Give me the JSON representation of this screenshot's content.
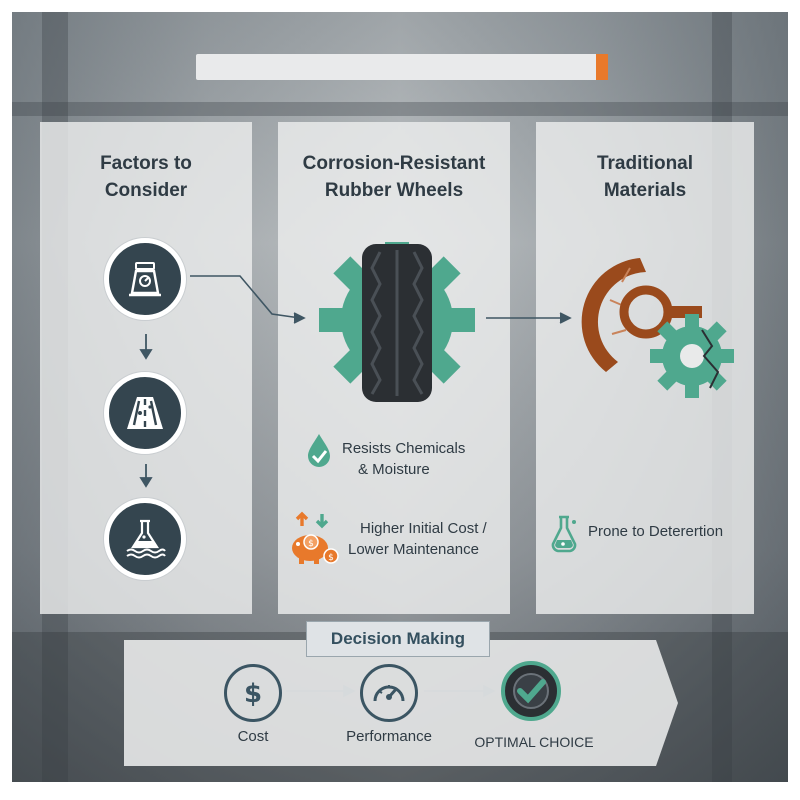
{
  "title_bar": {
    "text": ""
  },
  "panels": [
    {
      "id": "factors",
      "title_line1": "Factors to",
      "title_line2": "Consider"
    },
    {
      "id": "rubber",
      "title_line1": "Corrosion-Resistant",
      "title_line2": "Rubber Wheels"
    },
    {
      "id": "traditional",
      "title_line1": "Traditional",
      "title_line2": "Materials"
    }
  ],
  "factor_icons": [
    "load-scale-icon",
    "road-surface-icon",
    "chemical-flask-icon"
  ],
  "rubber_features": [
    {
      "icon": "water-drop-check-icon",
      "line1": "Resists Chemicals",
      "line2": "& Moisture"
    },
    {
      "icon": "piggy-bank-icon",
      "line1": "Higher Initial Cost /",
      "line2": "Lower Maintenance"
    }
  ],
  "traditional_features": [
    {
      "icon": "flask-icon",
      "line1": "Prone to Deterertion"
    }
  ],
  "decision": {
    "label": "Decision Making",
    "steps": [
      {
        "icon": "dollar-icon",
        "label": "Cost"
      },
      {
        "icon": "gauge-icon",
        "label": "Performance"
      },
      {
        "icon": "tire-check-icon",
        "label": "OPTIMAL CHOICE"
      }
    ]
  },
  "colors": {
    "accent_orange": "#e8792b",
    "teal": "#4fa88e",
    "dark_slate": "#34454f",
    "rust": "#9a4a1c"
  }
}
